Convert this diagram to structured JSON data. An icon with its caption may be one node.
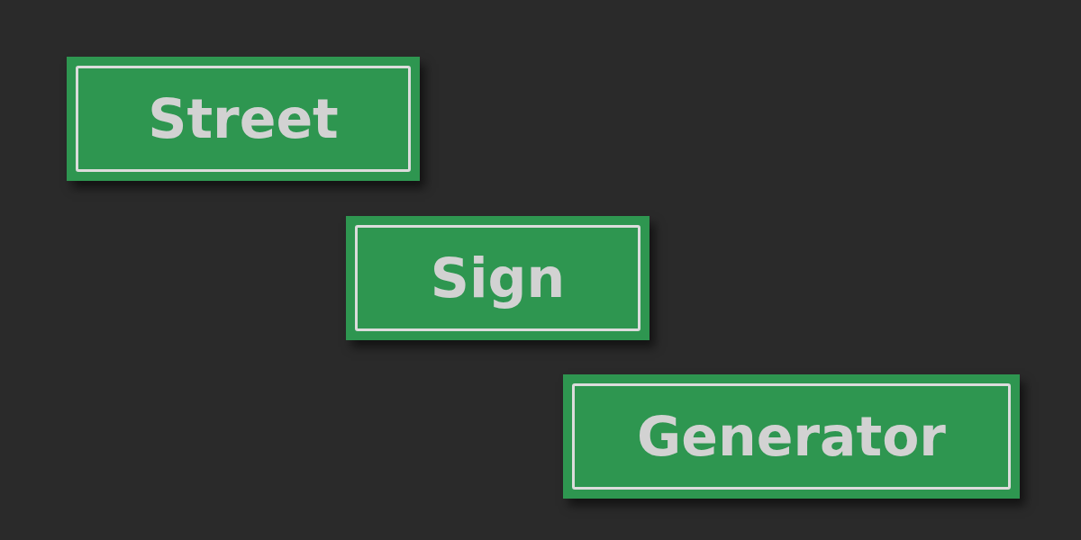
{
  "diagram": {
    "nodes": [
      {
        "text": [
          "Street"
        ]
      },
      {
        "text": [
          "Sign"
        ]
      },
      {
        "text": [
          "Generator"
        ]
      }
    ]
  }
}
